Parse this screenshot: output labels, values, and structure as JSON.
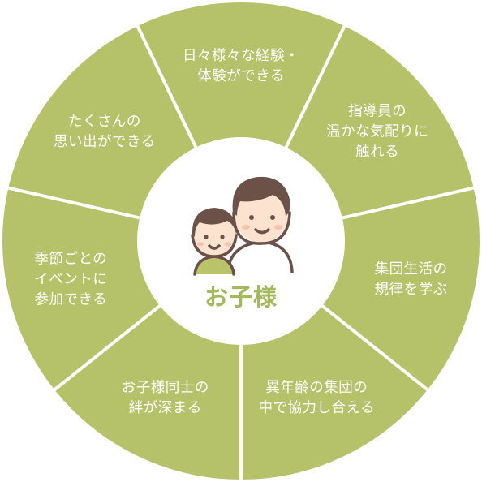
{
  "center": {
    "title": "お子様",
    "icon": "parent-and-child-icon"
  },
  "segments": [
    {
      "lines": [
        "日々様々な経験・",
        "体験ができる"
      ]
    },
    {
      "lines": [
        "指導員の",
        "温かな気配りに",
        "触れる"
      ]
    },
    {
      "lines": [
        "集団生活の",
        "規律を学ぶ"
      ]
    },
    {
      "lines": [
        "異年齢の集団の",
        "中で協力し合える"
      ]
    },
    {
      "lines": [
        "お子様同士の",
        "絆が深まる"
      ]
    },
    {
      "lines": [
        "季節ごとの",
        "イベントに",
        "参加できる"
      ]
    },
    {
      "lines": [
        "たくさんの",
        "思い出ができる"
      ]
    }
  ],
  "colors": {
    "segment": "#b5c26a",
    "divider": "#ffffff",
    "hub": "#ffffff",
    "title": "#a4b95b",
    "hair": "#6b5148",
    "skin": "#fbe3d0",
    "cheek": "#f2b9a8",
    "outline": "#6b5148",
    "shirt": "#ffffff",
    "child_shirt": "#b9c46a"
  }
}
